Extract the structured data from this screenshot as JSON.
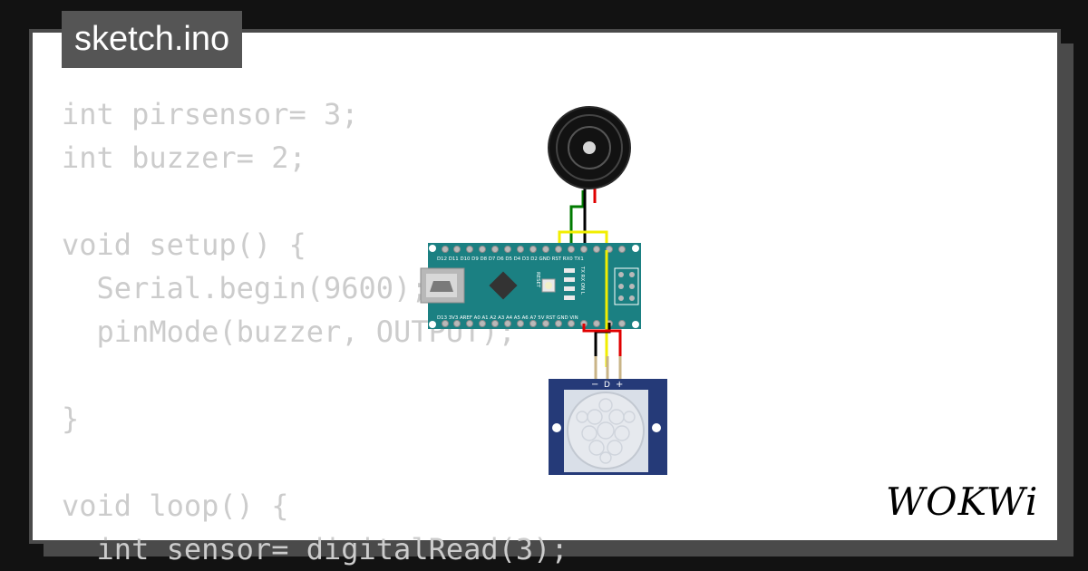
{
  "file_tab": {
    "title": "sketch.ino"
  },
  "code": {
    "lines": [
      "int pirsensor= 3;",
      "int buzzer= 2;",
      "",
      "void setup() {",
      "  Serial.begin(9600);",
      "  pinMode(buzzer, OUTPUT);",
      "",
      "}",
      "",
      "void loop() {",
      "  int sensor= digitalRead(3);"
    ]
  },
  "board": {
    "top_pins": "D12 D11 D10 D9 D8 D7 D6 D5 D4 D3 D2 GND RST RX0 TX1",
    "bottom_pins": "D13 3V3 AREF A0 A1 A2 A3 A4 A5 A6 A7 5V RST GND VIN",
    "led_labels": "TX RX ON L",
    "reset_label": "RESET"
  },
  "pir": {
    "pin_labels": [
      "−",
      "D",
      "+"
    ]
  },
  "brand": {
    "logo_text": "WOKWi"
  },
  "colors": {
    "background": "#121212",
    "card": "#ffffff",
    "frame": "#4a4a4a",
    "code_text": "#cccccc",
    "board_teal": "#1b8082",
    "pir_blue": "#253a78",
    "wire_yellow": "#f1ee00",
    "wire_red": "#e00000",
    "wire_green": "#007a00",
    "wire_black": "#000000"
  }
}
